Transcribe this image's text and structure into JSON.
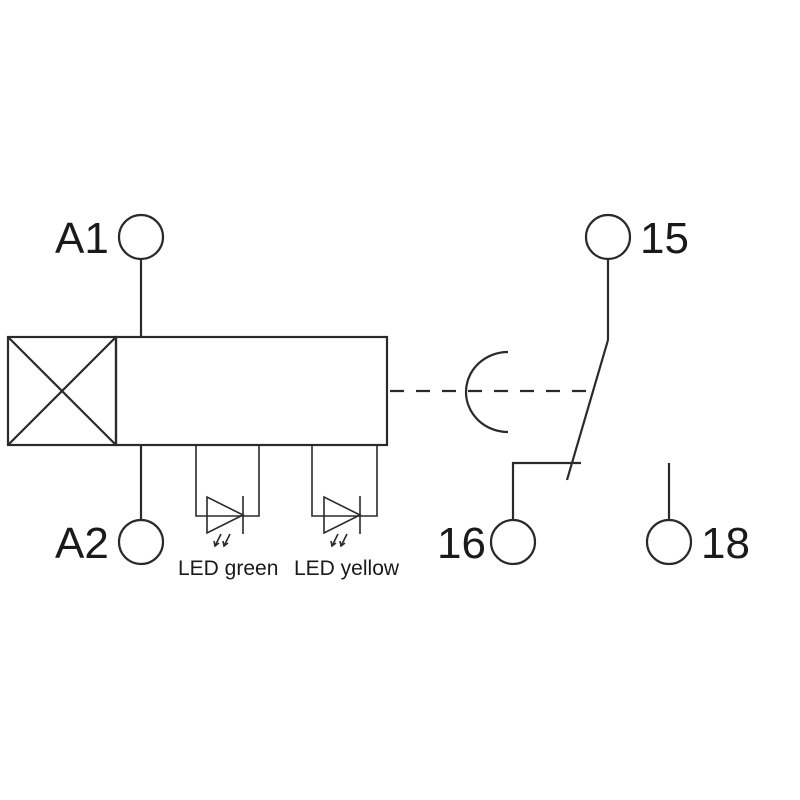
{
  "terminals": {
    "a1": "A1",
    "a2": "A2",
    "t15": "15",
    "t16": "16",
    "t18": "18"
  },
  "leds": {
    "green": "LED green",
    "yellow": "LED yellow"
  },
  "colors": {
    "stroke": "#2a2a2a",
    "text": "#1a1a1a",
    "background": "#ffffff"
  }
}
